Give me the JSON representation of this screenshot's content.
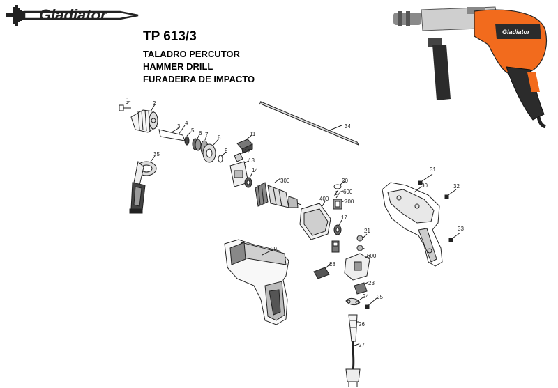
{
  "brand": {
    "name": "Gladiator"
  },
  "header": {
    "model": "TP 613/3",
    "title_es": "TALADRO PERCUTOR",
    "title_en": "HAMMER DRILL",
    "title_pt": "FURADEIRA DE IMPACTO"
  },
  "colors": {
    "accent": "#f26b1d",
    "ink": "#222222",
    "body_dark": "#2b2b2b"
  },
  "parts": [
    {
      "id": "p1",
      "label": "1"
    },
    {
      "id": "p2",
      "label": "2"
    },
    {
      "id": "p3",
      "label": "3"
    },
    {
      "id": "p4",
      "label": "4"
    },
    {
      "id": "p5",
      "label": "5"
    },
    {
      "id": "p6",
      "label": "6"
    },
    {
      "id": "p7",
      "label": "7"
    },
    {
      "id": "p8",
      "label": "8"
    },
    {
      "id": "p9",
      "label": "9"
    },
    {
      "id": "p11",
      "label": "11"
    },
    {
      "id": "p12",
      "label": "12"
    },
    {
      "id": "p13",
      "label": "13"
    },
    {
      "id": "p14",
      "label": "14"
    },
    {
      "id": "p17",
      "label": "17"
    },
    {
      "id": "p20",
      "label": "20"
    },
    {
      "id": "p21",
      "label": "21"
    },
    {
      "id": "p23",
      "label": "23"
    },
    {
      "id": "p24",
      "label": "24"
    },
    {
      "id": "p25",
      "label": "25"
    },
    {
      "id": "p26",
      "label": "26"
    },
    {
      "id": "p27",
      "label": "27"
    },
    {
      "id": "p28",
      "label": "28"
    },
    {
      "id": "p29",
      "label": "29"
    },
    {
      "id": "p30",
      "label": "30"
    },
    {
      "id": "p31",
      "label": "31"
    },
    {
      "id": "p32",
      "label": "32"
    },
    {
      "id": "p33",
      "label": "33"
    },
    {
      "id": "p34",
      "label": "34"
    },
    {
      "id": "p35",
      "label": "35"
    },
    {
      "id": "p300",
      "label": "300"
    },
    {
      "id": "p400",
      "label": "400"
    },
    {
      "id": "p500",
      "label": "500"
    },
    {
      "id": "p600",
      "label": "600"
    },
    {
      "id": "p700",
      "label": "700"
    }
  ]
}
